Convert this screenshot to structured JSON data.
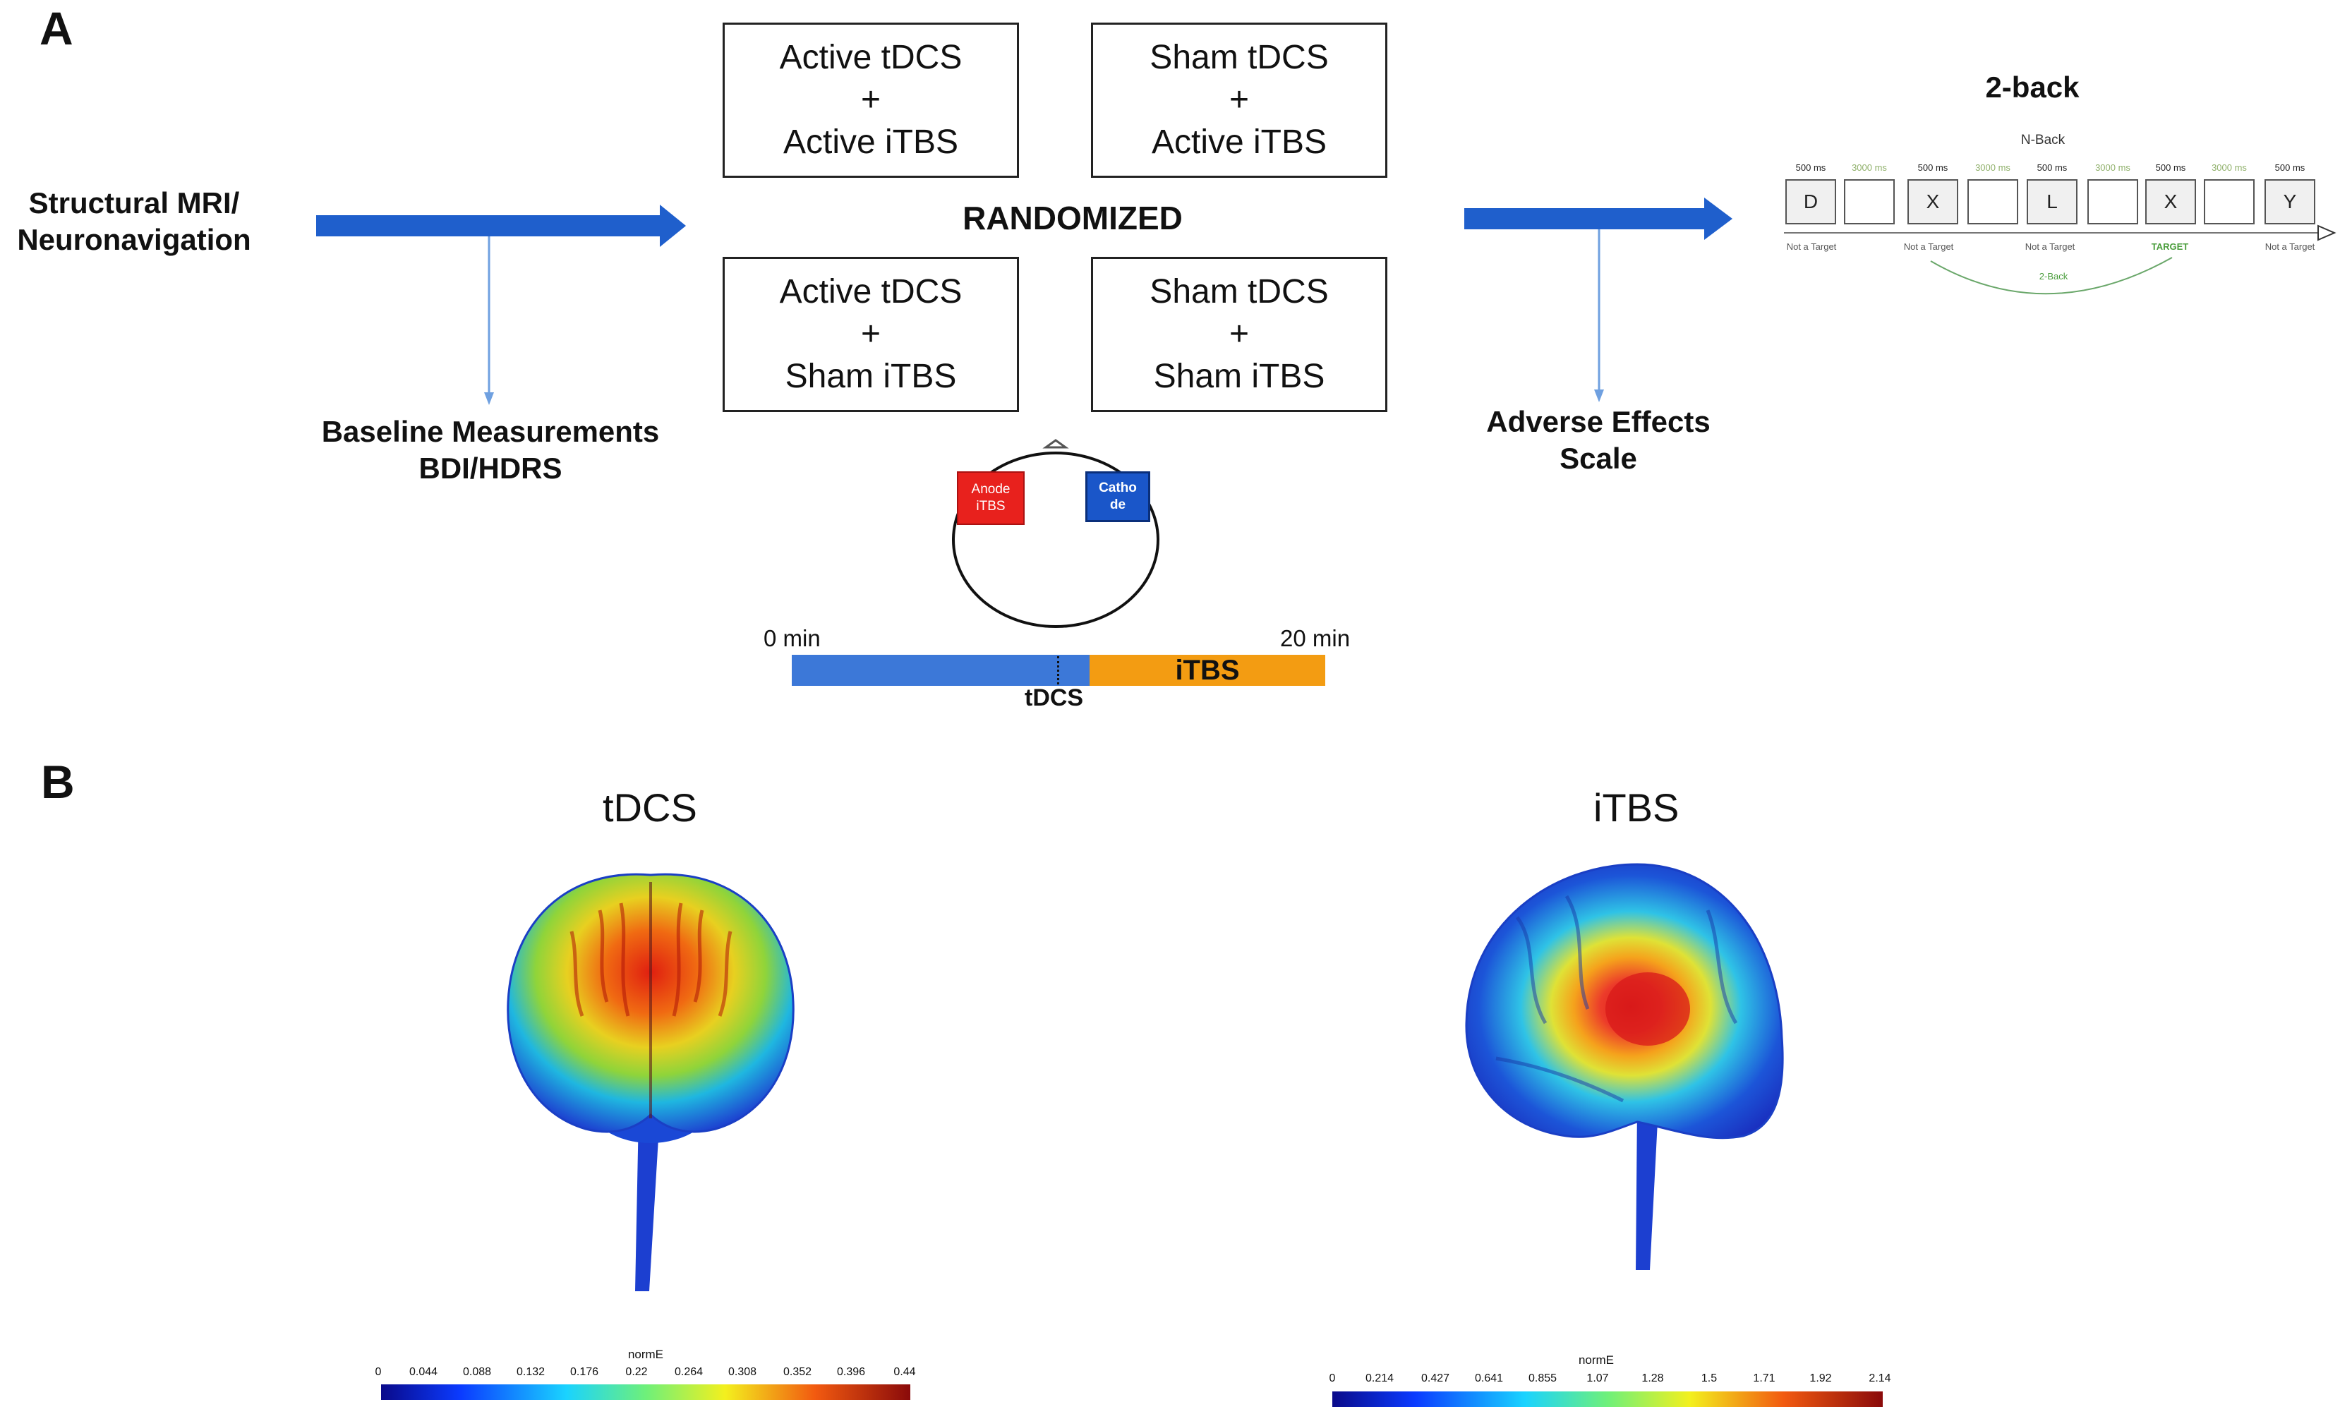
{
  "panels": {
    "a": "A",
    "b": "B"
  },
  "left": {
    "line1": "Structural MRI/",
    "line2": "Neuronavigation",
    "baseline1": "Baseline Measurements",
    "baseline2": "BDI/HDRS"
  },
  "conditions": [
    {
      "l1": "Active tDCS",
      "plus": "+",
      "l3": "Active iTBS"
    },
    {
      "l1": "Sham tDCS",
      "plus": "+",
      "l3": "Active iTBS"
    },
    {
      "l1": "Active tDCS",
      "plus": "+",
      "l3": "Sham iTBS"
    },
    {
      "l1": "Sham tDCS",
      "plus": "+",
      "l3": "Sham iTBS"
    }
  ],
  "randomized": "RANDOMIZED",
  "electrodes": {
    "anode1": "Anode",
    "anode2": "iTBS",
    "cathode1": "Catho",
    "cathode2": "de"
  },
  "timeline": {
    "start": "0 min",
    "end": "20 min",
    "tdcs": "tDCS",
    "itbs": "iTBS"
  },
  "adverse": {
    "line1": "Adverse Effects",
    "line2": "Scale"
  },
  "nback": {
    "title": "2-back",
    "subtitle": "N-Back",
    "letters": [
      "D",
      "",
      "X",
      "",
      "L",
      "",
      "X",
      "",
      "Y"
    ],
    "times": [
      "500 ms",
      "3000 ms",
      "500 ms",
      "3000 ms",
      "500 ms",
      "3000 ms",
      "500 ms",
      "3000 ms",
      "500 ms"
    ],
    "labels": [
      "Not a Target",
      "Not a Target",
      "Not a Target",
      "TARGET",
      "Not a Target"
    ],
    "curve_label": "2-Back"
  },
  "brains": {
    "left": {
      "title": "tDCS",
      "scale_title": "normE",
      "ticks": [
        "0",
        "0.044",
        "0.088",
        "0.132",
        "0.176",
        "0.22",
        "0.264",
        "0.308",
        "0.352",
        "0.396",
        "0.44"
      ]
    },
    "right": {
      "title": "iTBS",
      "scale_title": "normE",
      "ticks": [
        "0",
        "0.214",
        "0.427",
        "0.641",
        "0.855",
        "1.07",
        "1.28",
        "1.5",
        "1.71",
        "1.92",
        "2.14"
      ]
    }
  },
  "colors": {
    "arrow": "#1f5fcc",
    "thin_arrow": "#6fa0e0",
    "tdcs_bar": "#3c78d8",
    "itbs_bar": "#f39c12",
    "anode": "#e8211d",
    "cathode": "#1a56c9"
  }
}
